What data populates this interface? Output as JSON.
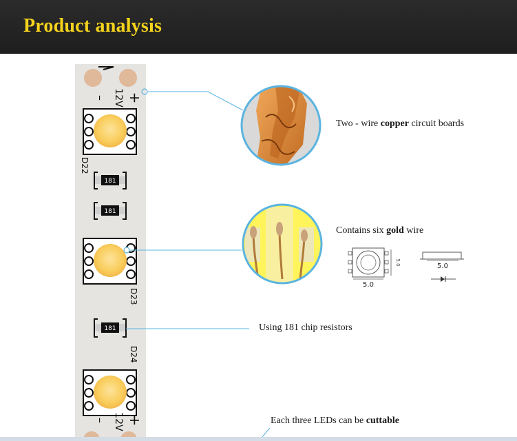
{
  "header": {
    "title": "Product analysis"
  },
  "strip": {
    "pad_plus": "+",
    "pad_minus": "–",
    "pad_voltage": "12V",
    "led_top_label": "D22",
    "led_mid_label": "D23",
    "led_bottom_label": "D24",
    "resistor_code": "181"
  },
  "callouts": {
    "copper": {
      "prefix": "Two - wire ",
      "bold": "copper",
      "suffix": " circuit boards"
    },
    "gold": {
      "prefix": "Contains six ",
      "bold": "gold",
      "suffix": " wire"
    },
    "resistor": {
      "text": "Using 181 chip resistors"
    },
    "cut": {
      "prefix": "Each three LEDs can be ",
      "bold": "cuttable"
    }
  },
  "diagram": {
    "dim_front": "5.0",
    "dim_front_side": "5.0",
    "dim_side": "5.0"
  },
  "colors": {
    "header_bg": "#222222",
    "title": "#f5d31c",
    "strip_bg": "#e5e4e1",
    "led_yellow": "#f9cd5c",
    "copper": "#d8873a",
    "gold_bg": "#fff45a",
    "callout_line": "#5ab4e0"
  }
}
